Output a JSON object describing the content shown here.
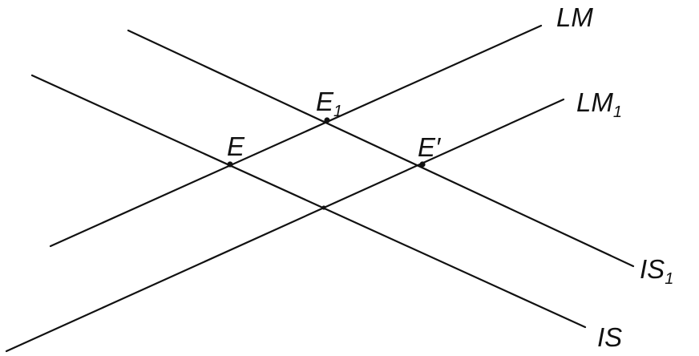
{
  "curves": {
    "lm": {
      "label": "LM",
      "sub": ""
    },
    "lm1": {
      "label": "LM",
      "sub": "1"
    },
    "is": {
      "label": "IS",
      "sub": ""
    },
    "is1": {
      "label": "IS",
      "sub": "1"
    }
  },
  "points": {
    "e": {
      "label": "E",
      "sub": ""
    },
    "e1": {
      "label": "E",
      "sub": "1"
    },
    "eprime": {
      "label": "E′",
      "sub": ""
    }
  }
}
